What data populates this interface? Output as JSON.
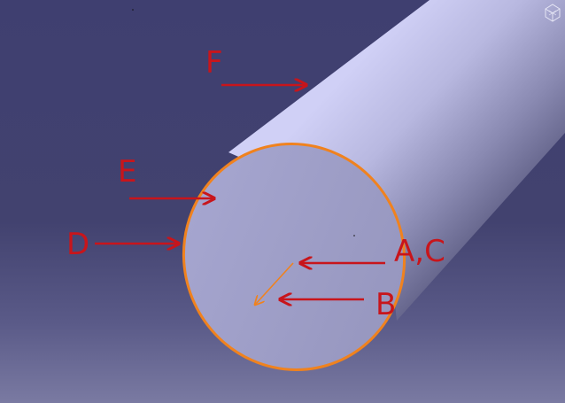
{
  "viewport": {
    "colors": {
      "background_top": "#3f3f70",
      "background_bottom": "#7a7aa2",
      "solid": "#b7b7e0",
      "face": "#9d9dc6",
      "edge_highlight": "#f0821e",
      "arrow": "#c8151b"
    }
  },
  "annotations": {
    "labels": {
      "a_c": "A,C",
      "b": "B",
      "d": "D",
      "e": "E",
      "f": "F"
    }
  },
  "compass": {
    "icon": "compass-icon"
  }
}
